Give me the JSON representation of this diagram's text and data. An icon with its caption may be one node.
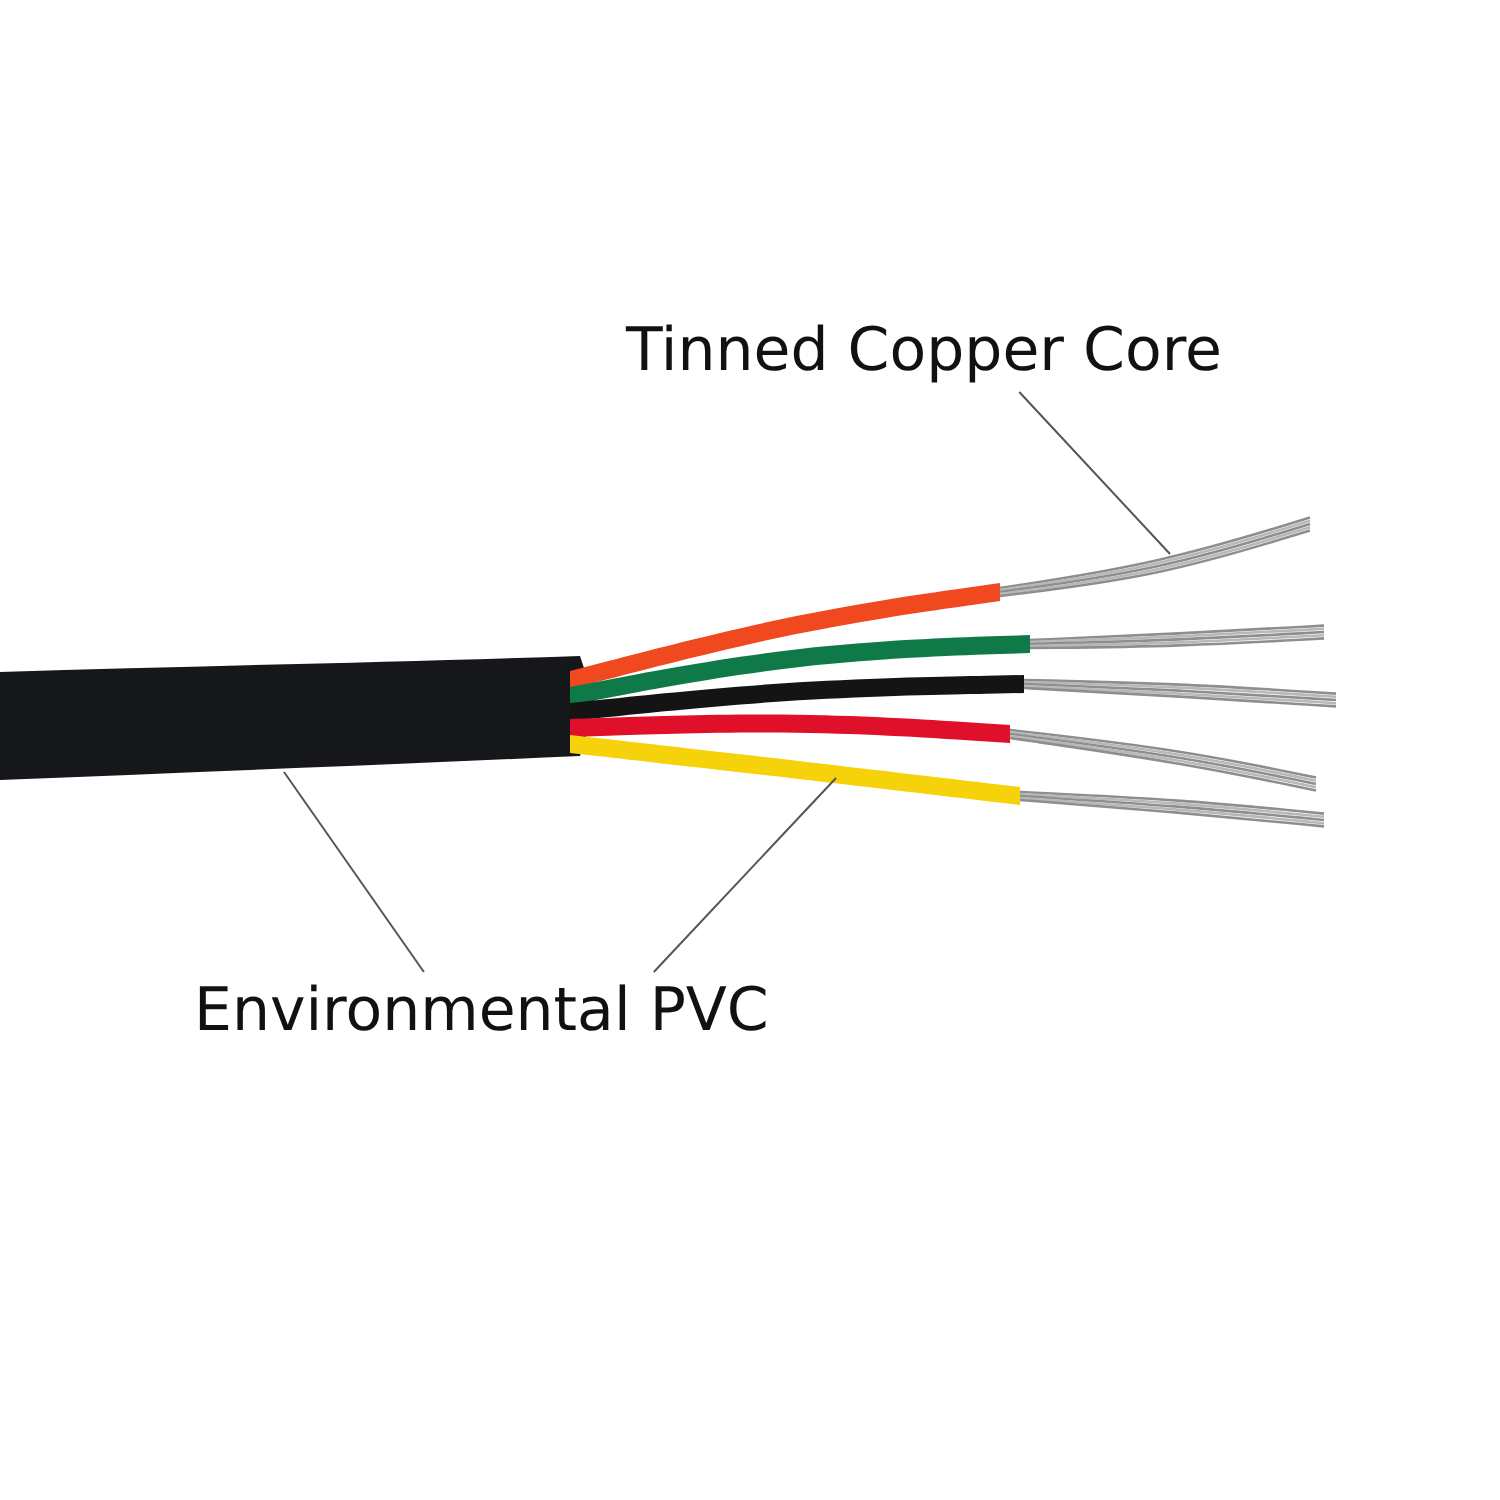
{
  "diagram": {
    "nodes": [
      {
        "text": [
          "Tinned Copper Core"
        ]
      },
      {
        "text": [],
        "shape": "picture"
      },
      {
        "text": [
          "Environmental PVC"
        ]
      },
      {
        "text": [],
        "shape": "picture"
      },
      {
        "text": [],
        "shape": "picture"
      }
    ],
    "edges": [
      {
        "from": 0,
        "to": 1,
        "arrow": "none"
      },
      {
        "from": 2,
        "to": 3,
        "arrow": "none"
      },
      {
        "from": 2,
        "to": 4,
        "arrow": "none"
      }
    ]
  }
}
